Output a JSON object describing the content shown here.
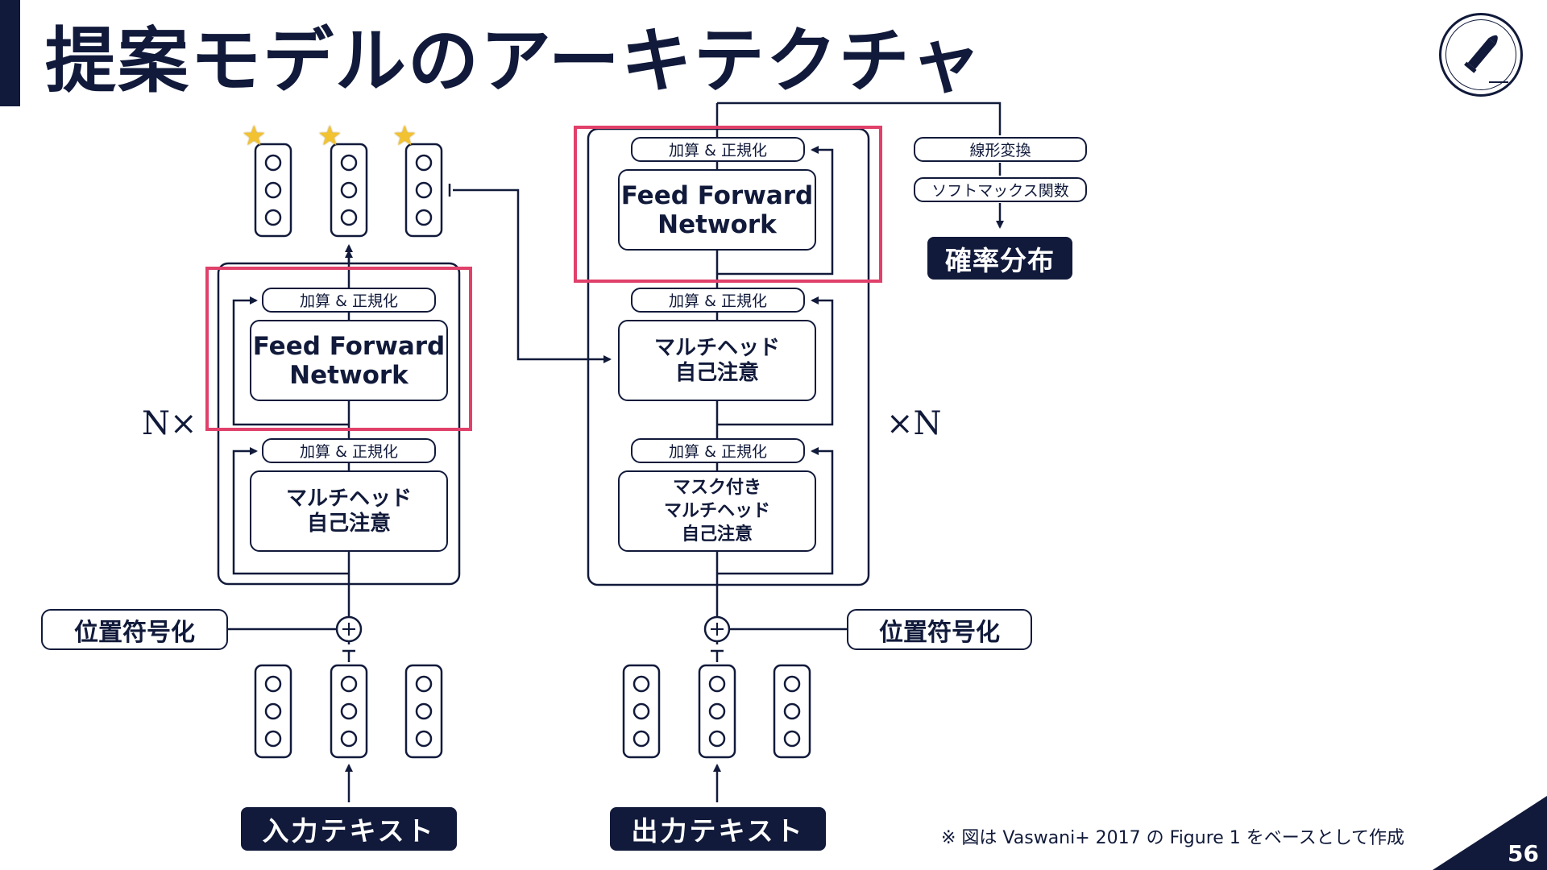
{
  "slide": {
    "title": "提案モデルのアーキテクチャ",
    "page_number": "56",
    "footnote": "※ 図は Vaswani+ 2017 の Figure 1 をベースとして作成"
  },
  "encoder": {
    "repeat_label": "N×",
    "add_norm_top": "加算 & 正規化",
    "ffn": "Feed Forward\nNetwork",
    "add_norm_bottom": "加算 & 正規化",
    "self_attention": "マルチヘッド\n自己注意",
    "positional_encoding": "位置符号化",
    "input_label": "入力テキスト"
  },
  "decoder": {
    "repeat_label": "×N",
    "add_norm_top": "加算 & 正規化",
    "ffn": "Feed Forward\nNetwork",
    "add_norm_middle": "加算 & 正規化",
    "cross_attention": "マルチヘッド\n自己注意",
    "add_norm_bottom": "加算 & 正規化",
    "masked_attention": "マスク付き\nマルチヘッド\n自己注意",
    "positional_encoding": "位置符号化",
    "output_label": "出力テキスト"
  },
  "head": {
    "linear": "線形変換",
    "softmax": "ソフトマックス関数",
    "probability": "確率分布"
  },
  "colors": {
    "navy": "#111a3a",
    "highlight": "#e0406a",
    "star": "#f2c230"
  },
  "icons": {
    "logo": "bullet-icon",
    "star": "star-icon",
    "plus": "plus-circle-icon"
  }
}
